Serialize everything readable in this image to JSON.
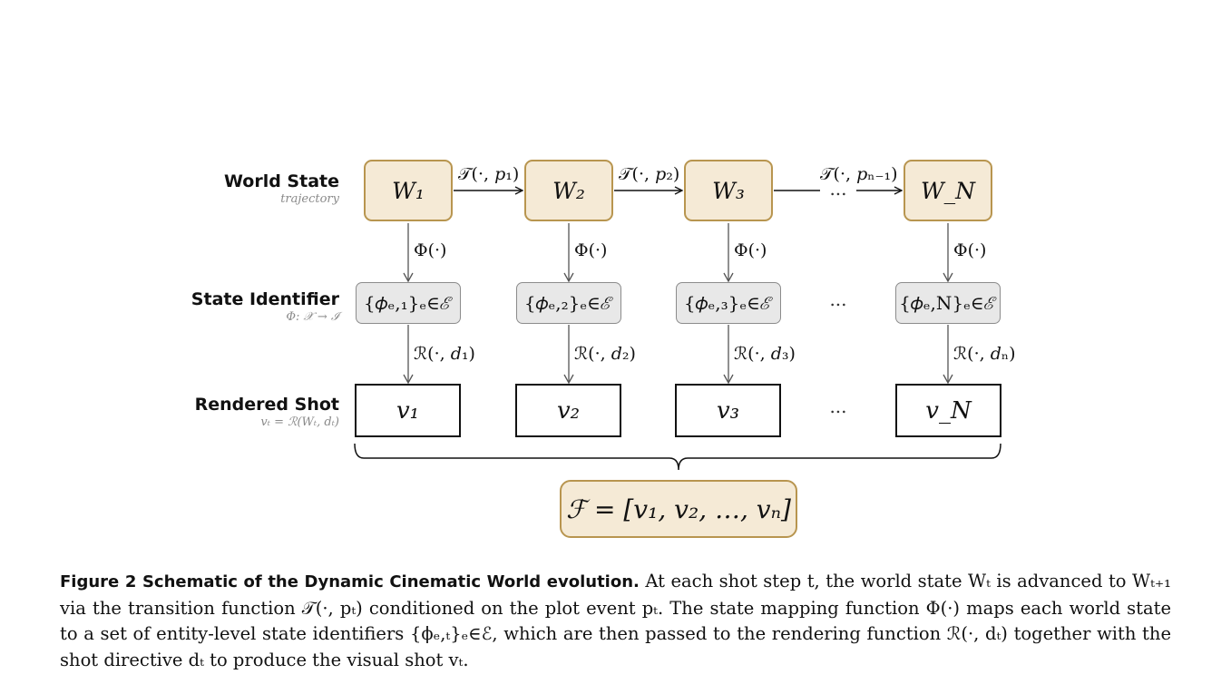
{
  "rows": {
    "world": {
      "title": "World State",
      "subtitle": "trajectory"
    },
    "state": {
      "title": "State Identifier",
      "subtitle": "Φ: 𝒳 → ℐ"
    },
    "render": {
      "title": "Rendered Shot",
      "subtitle": "𝑣ₜ = ℛ(𝑊ₜ, 𝑑ₜ)"
    }
  },
  "world_states": [
    "W₁",
    "W₂",
    "W₃",
    "W_N"
  ],
  "state_ids": [
    "{𝜙ₑ,₁}ₑ∈ℰ",
    "{𝜙ₑ,₂}ₑ∈ℰ",
    "{𝜙ₑ,₃}ₑ∈ℰ",
    "{𝜙ₑ,N}ₑ∈ℰ"
  ],
  "shots": [
    "𝑣₁",
    "𝑣₂",
    "𝑣₃",
    "𝑣_N"
  ],
  "transitions": [
    "𝒯(·, 𝑝₁)",
    "𝒯(·, 𝑝₂)",
    "𝒯(·, 𝑝ₙ₋₁)"
  ],
  "mappings": [
    "Φ(·)",
    "Φ(·)",
    "Φ(·)",
    "Φ(·)"
  ],
  "renders": [
    "ℛ(·, 𝑑₁)",
    "ℛ(·, 𝑑₂)",
    "ℛ(·, 𝑑₃)",
    "ℛ(·, 𝑑ₙ)"
  ],
  "ellipsis": "...",
  "film": "ℱ = [𝑣₁, 𝑣₂, …, 𝑣ₙ]",
  "caption": {
    "title": "Figure 2  Schematic of the Dynamic Cinematic World evolution.",
    "body": "At each shot step t, the world state Wₜ is advanced to Wₜ₊₁ via the transition function 𝒯(·, pₜ) conditioned on the plot event pₜ. The state mapping function Φ(·) maps each world state to a set of entity-level state identifiers {ϕₑ,ₜ}ₑ∈ℰ, which are then passed to the rendering function ℛ(·, dₜ) together with the shot directive dₜ to produce the visual shot vₜ."
  },
  "colors": {
    "world_fill": "#f5ead6",
    "world_border": "#b8954f",
    "state_fill": "#e8e8e8",
    "state_border": "#8c8c8c",
    "shot_border": "#111111",
    "arrow": "#555555"
  }
}
